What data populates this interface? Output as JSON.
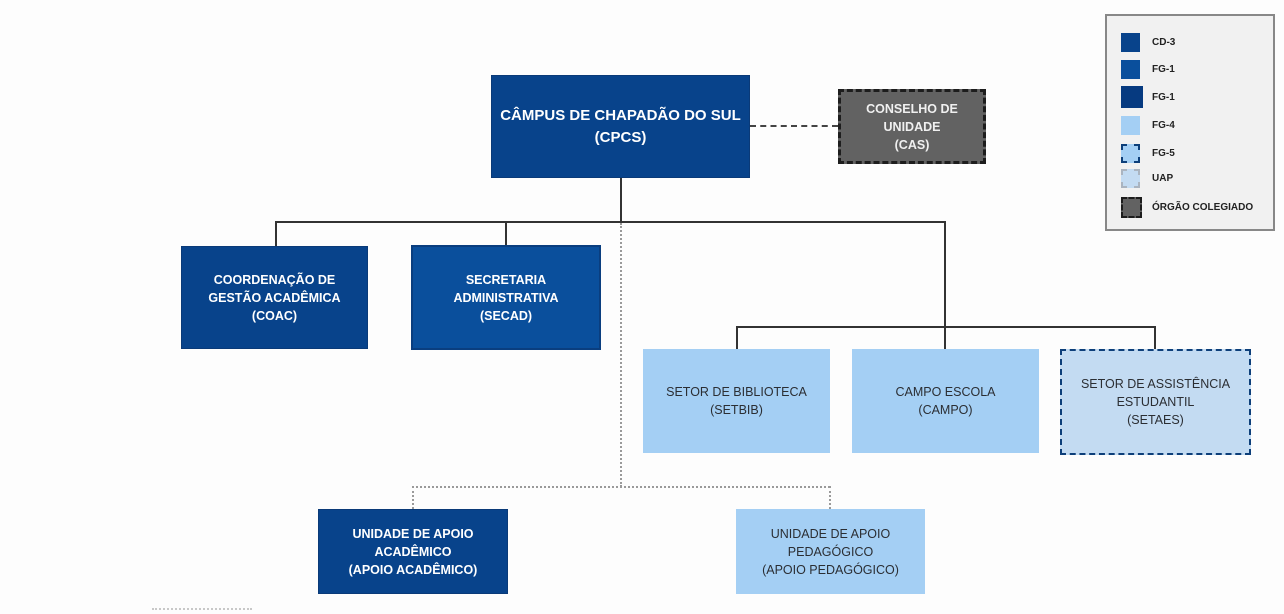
{
  "chart_data": {
    "type": "org-chart",
    "nodes": [
      {
        "id": "cpcs",
        "label": "CÂMPUS DE CHAPADÃO DO SUL\n(CPCS)",
        "level": "CD-3",
        "parent": null
      },
      {
        "id": "cas",
        "label": "CONSELHO DE\nUNIDADE\n(CAS)",
        "level": "ÓRGÃO COLEGIADO",
        "parent": "cpcs",
        "link": "dashed"
      },
      {
        "id": "coac",
        "label": "COORDENAÇÃO DE\nGESTÃO ACADÊMICA\n(COAC)",
        "level": "FG-1",
        "parent": "cpcs",
        "link": "solid"
      },
      {
        "id": "secad",
        "label": "SECRETARIA\nADMINISTRATIVA\n(SECAD)",
        "level": "FG-1",
        "parent": "cpcs",
        "link": "solid"
      },
      {
        "id": "setbib",
        "label": "SETOR DE BIBLIOTECA\n(SETBIB)",
        "level": "FG-4",
        "parent": "cpcs",
        "link": "solid"
      },
      {
        "id": "campo",
        "label": "CAMPO ESCOLA\n(CAMPO)",
        "level": "FG-4",
        "parent": "cpcs",
        "link": "solid"
      },
      {
        "id": "setaes",
        "label": "SETOR DE ASSISTÊNCIA\nESTUDANTIL\n(SETAES)",
        "level": "FG-5",
        "parent": "cpcs",
        "link": "solid"
      },
      {
        "id": "apoio_academico",
        "label": "UNIDADE DE APOIO\nACADÊMICO\n(APOIO ACADÊMICO)",
        "level": "CD-3",
        "parent": "cpcs",
        "link": "dotted"
      },
      {
        "id": "apoio_pedagogico",
        "label": "UNIDADE DE APOIO\nPEDAGÓGICO\n(APOIO PEDAGÓGICO)",
        "level": "FG-4",
        "parent": "cpcs",
        "link": "dotted"
      }
    ]
  },
  "legend": {
    "items": [
      {
        "label": "CD-3",
        "color": "#08438b",
        "style": "solid"
      },
      {
        "label": "FG-1",
        "color": "#0a4f9c",
        "style": "solid"
      },
      {
        "label": "FG-1",
        "color": "#063a80",
        "style": "solid-border"
      },
      {
        "label": "FG-4",
        "color": "#a4cff4",
        "style": "solid"
      },
      {
        "label": "FG-5",
        "color": "#a4cff4",
        "style": "dashed-blue"
      },
      {
        "label": "UAP",
        "color": "#c3dbf2",
        "style": "dashed-gray"
      },
      {
        "label": "ÓRGÃO COLEGIADO",
        "color": "#626262",
        "style": "dashed-black"
      }
    ]
  }
}
